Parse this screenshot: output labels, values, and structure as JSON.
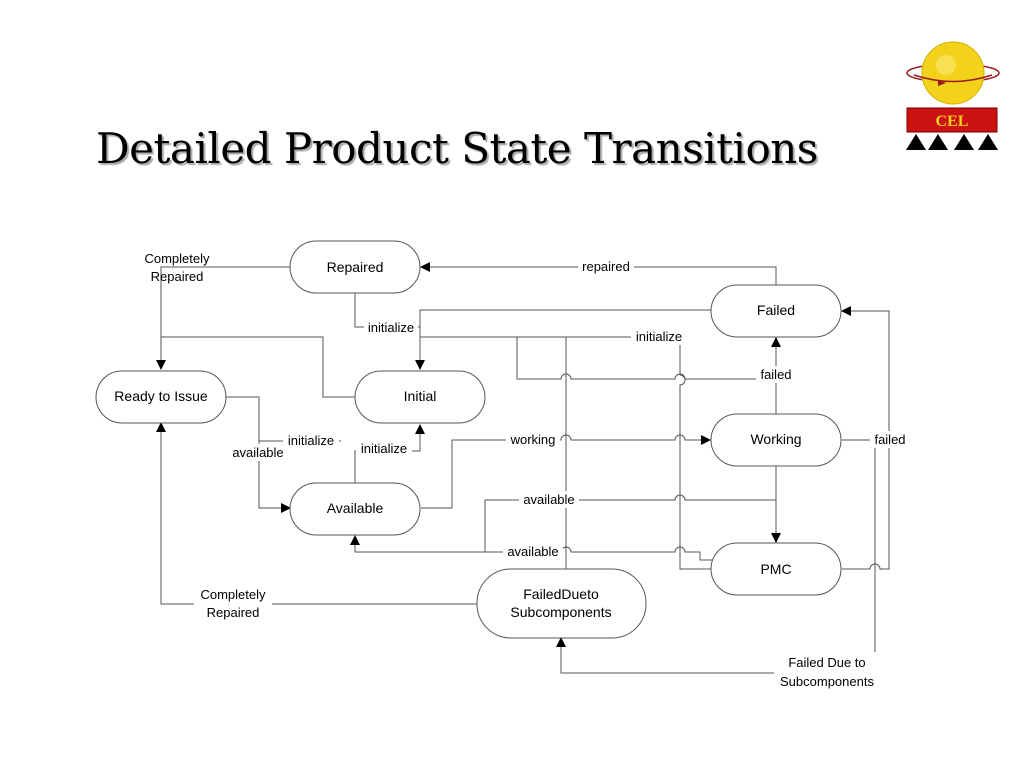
{
  "title": "Detailed Product State Transitions",
  "logo": {
    "text": "CEL"
  },
  "colors": {
    "logo_globe": "#f2d21a",
    "logo_band": "#cc1111",
    "logo_text": "#f2d21a",
    "edge": "#555555"
  },
  "states": {
    "repaired": "Repaired",
    "ready": "Ready to Issue",
    "initial": "Initial",
    "available": "Available",
    "failed": "Failed",
    "working": "Working",
    "pmc": "PMC",
    "failed_due_line1": "FailedDueto",
    "failed_due_line2": "Subcomponents"
  },
  "labels": {
    "completely_repaired_top_1": "Completely",
    "completely_repaired_top_2": "Repaired",
    "repaired": "repaired",
    "initialize_1": "initialize",
    "initialize_2": "initialize",
    "initialize_3": "initialize",
    "initialize_4": "initialize",
    "available_left": "available",
    "failed_1": "failed",
    "failed_2": "failed",
    "working": "working",
    "available_1": "available",
    "available_2": "available",
    "completely_repaired_bottom_1": "Completely",
    "completely_repaired_bottom_2": "Repaired",
    "failed_due_to_1": "Failed Due to",
    "failed_due_to_2": "Subcomponents"
  }
}
